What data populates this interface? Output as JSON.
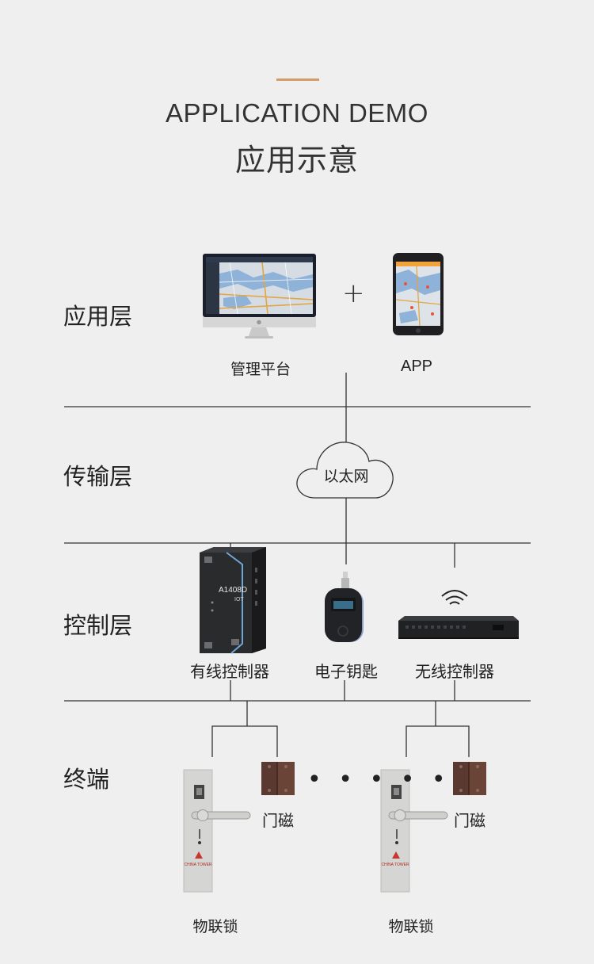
{
  "header": {
    "title_en": "APPLICATION DEMO",
    "title_cn": "应用示意"
  },
  "colors": {
    "accent": "#d49a6a",
    "background": "#efefef",
    "line": "#333333"
  },
  "layers": {
    "application": "应用层",
    "transport": "传输层",
    "control": "控制层",
    "terminal": "终端"
  },
  "application": {
    "platform_label": "管理平台",
    "app_label": "APP",
    "plus": "+"
  },
  "transport": {
    "cloud_label": "以太网"
  },
  "control": {
    "wired_label": "有线控制器",
    "key_label": "电子钥匙",
    "wireless_label": "无线控制器",
    "controller_model": "A1408D",
    "controller_sub": "IOT"
  },
  "terminal": {
    "left_lock_label": "物联锁",
    "right_lock_label": "物联锁",
    "left_sensor_label": "门磁",
    "right_sensor_label": "门磁",
    "ellipsis": "• • • • •",
    "lock_brand": "CHINA TOWER"
  }
}
